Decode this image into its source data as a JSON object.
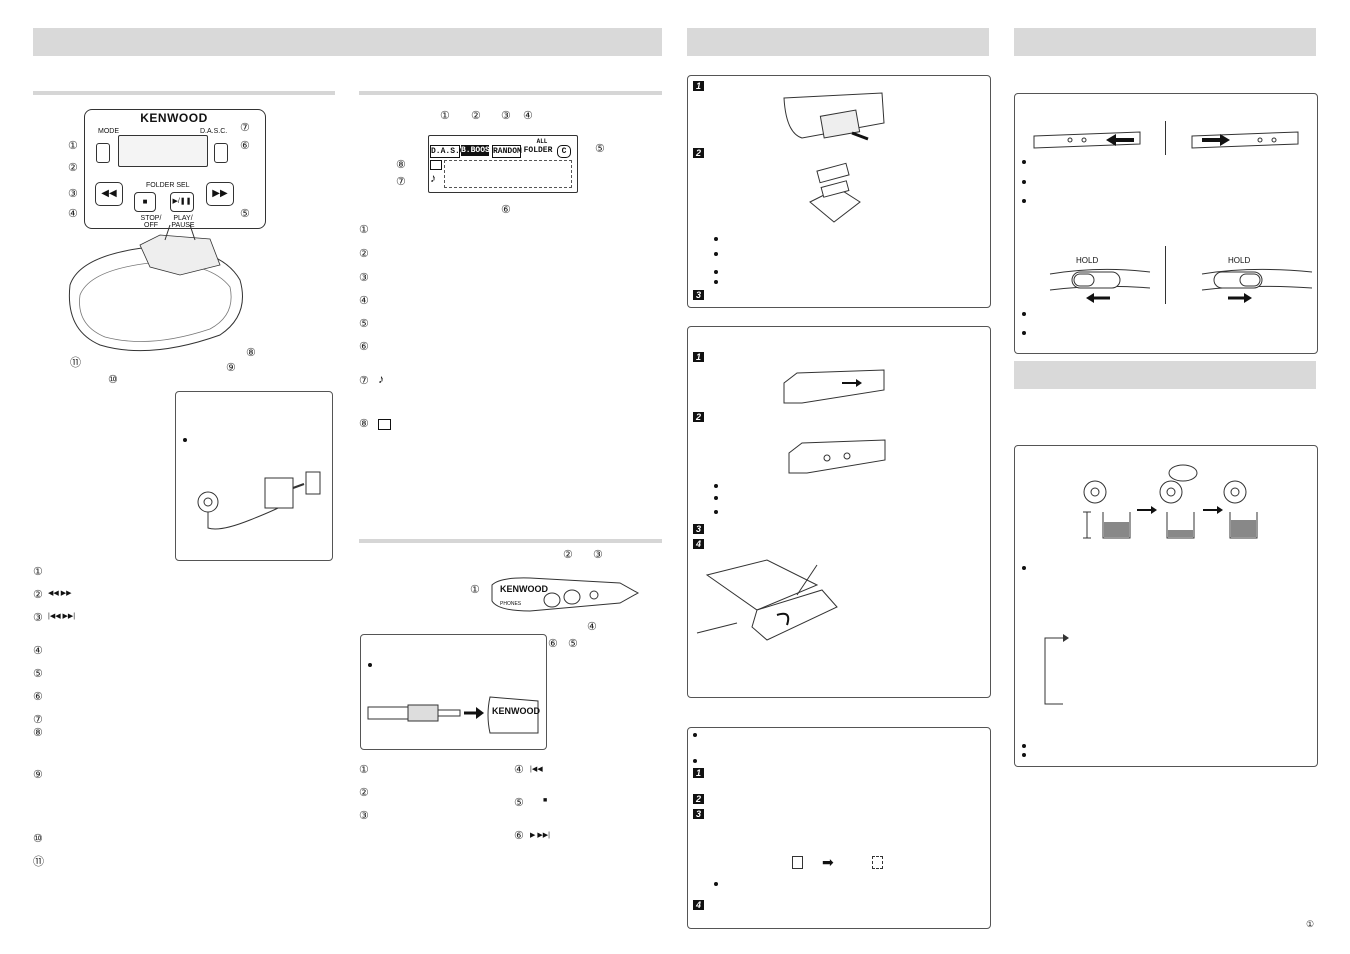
{
  "brand": "KENWOOD",
  "player_labels": {
    "mode": "MODE",
    "dasc": "D.A.S.C.",
    "folder_sel": "FOLDER SEL",
    "stop_off": "STOP/ OFF",
    "play_pause": "PLAY/ PAUSE"
  },
  "display": {
    "dasc": "D.A.S.C.",
    "bboost": "B.BOOST",
    "random": "RANDOM",
    "all": "ALL",
    "folder": "FOLDER",
    "c": "C"
  },
  "remote_labels": {
    "phones": "PHONES",
    "hold": "HOLD"
  },
  "hold_labels": [
    "HOLD",
    "HOLD"
  ],
  "callouts": {
    "player": [
      "①",
      "②",
      "③",
      "④",
      "⑤",
      "⑥",
      "⑦",
      "⑧",
      "⑨",
      "⑩",
      "⑪"
    ],
    "display": [
      "①",
      "②",
      "③",
      "④",
      "⑤",
      "⑥",
      "⑦",
      "⑧"
    ],
    "remote": [
      "①",
      "②",
      "③",
      "④",
      "⑤",
      "⑥"
    ]
  },
  "left_list": [
    "①",
    "②",
    "③",
    "④",
    "⑤",
    "⑥",
    "⑦",
    "⑧",
    "⑨",
    "⑩",
    "⑪"
  ],
  "display_list": [
    "①",
    "②",
    "③",
    "④",
    "⑤",
    "⑥",
    "⑦",
    "⑧"
  ],
  "remote_list": [
    "①",
    "②",
    "③",
    "④",
    "⑤",
    "⑥"
  ],
  "steps": {
    "battery": [
      "1",
      "2",
      "3"
    ],
    "pack": [
      "1",
      "2",
      "3",
      "4"
    ],
    "note": [
      "1",
      "2",
      "3",
      "4"
    ]
  },
  "page_number": "①"
}
